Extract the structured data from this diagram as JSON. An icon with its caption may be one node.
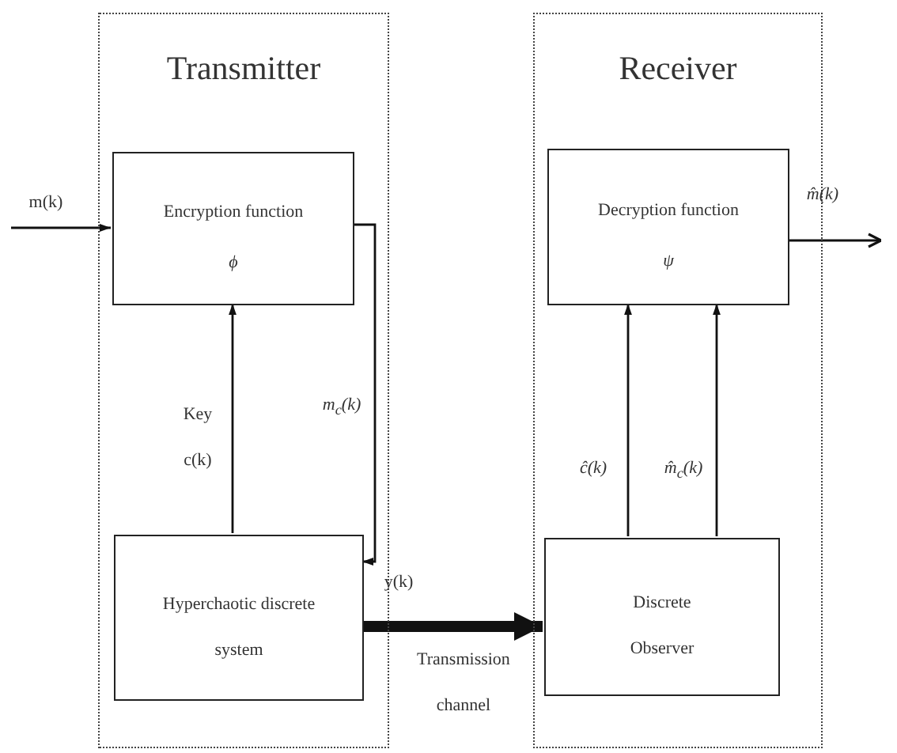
{
  "diagram": {
    "nodes": [
      {
        "text": [
          "Transmitter"
        ]
      },
      {
        "text": [
          "Encryption function",
          "ϕ"
        ],
        "in": 0
      },
      {
        "text": [
          "Hyperchaotic discrete system"
        ],
        "in": 0
      },
      {
        "text": [
          "Receiver"
        ]
      },
      {
        "text": [
          "Decryption function",
          "ψ"
        ],
        "in": 3
      },
      {
        "text": [
          "Discrete Observer"
        ],
        "in": 3
      }
    ],
    "edges": [
      {
        "from": null,
        "to": 1,
        "arrow": "to",
        "label": "m(k)"
      },
      {
        "from": 2,
        "to": 1,
        "arrow": "to",
        "label": "Key c(k)"
      },
      {
        "from": 1,
        "to": 2,
        "arrow": "to",
        "label": "m$_{c}$(k)"
      },
      {
        "from": 2,
        "to": 5,
        "arrow": "to",
        "label": "y(k)",
        "style": "thick"
      },
      {
        "from": 5,
        "to": 4,
        "arrow": "to",
        "label": "ĉ(k)"
      },
      {
        "from": 5,
        "to": 4,
        "arrow": "to",
        "label": "m̂$_{c}$(k)"
      },
      {
        "from": 4,
        "to": null,
        "arrow": "to",
        "label": "m̂(k)"
      }
    ],
    "labels": [
      "Transmission channel"
    ]
  }
}
